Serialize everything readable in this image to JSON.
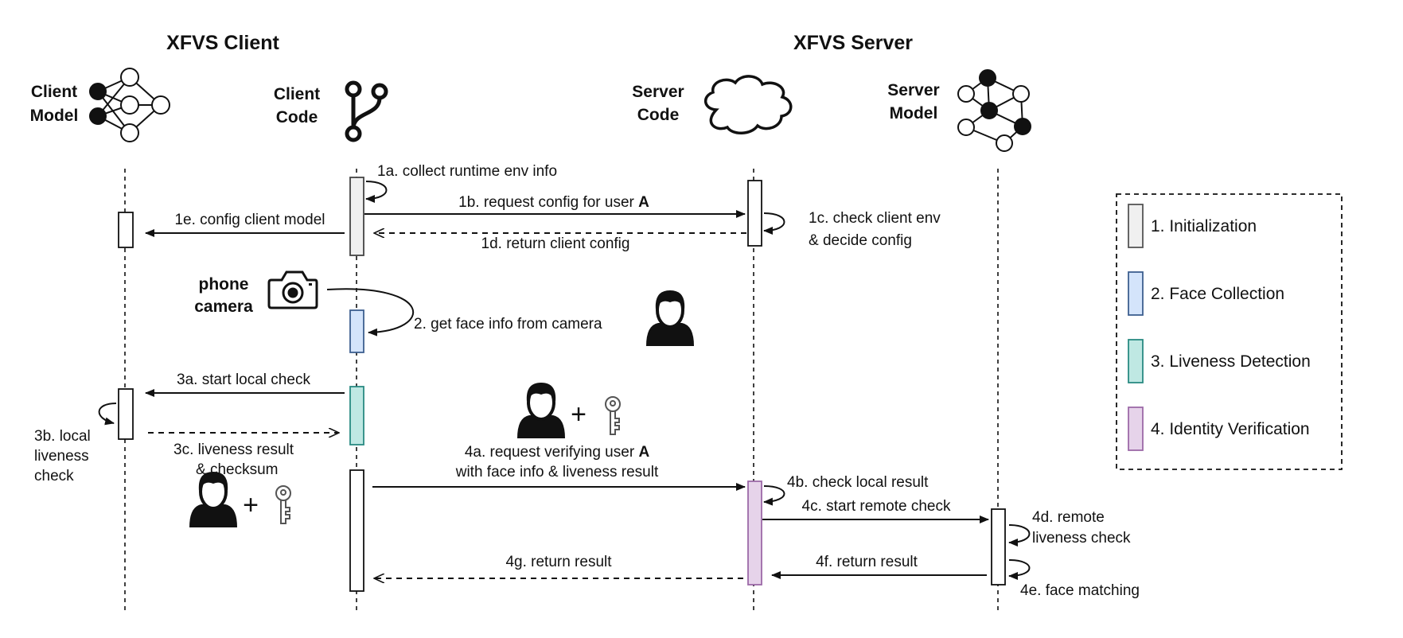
{
  "headers": {
    "client": "XFVS Client",
    "server": "XFVS Server"
  },
  "actors": {
    "client_model": [
      "Client",
      "Model"
    ],
    "client_code": [
      "Client",
      "Code"
    ],
    "server_code": [
      "Server",
      "Code"
    ],
    "server_model": [
      "Server",
      "Model"
    ],
    "phone_camera": [
      "phone",
      "camera"
    ]
  },
  "icons": {
    "client_model": "neural-network-icon",
    "client_code": "git-branch-icon",
    "server_code": "cloud-icon",
    "server_model": "graph-network-icon",
    "phone_camera": "camera-icon",
    "person": "person-icon",
    "key": "key-icon"
  },
  "messages": {
    "m1a": "1a. collect runtime env info",
    "m1b_prefix": "1b. request config for user ",
    "user": "A",
    "m1c": [
      "1c. check client env",
      "& decide config"
    ],
    "m1d": "1d. return client config",
    "m1e": "1e. config client model",
    "m2": "2. get face info from camera",
    "m3a": "3a. start local check",
    "m3b": [
      "3b. local",
      "liveness",
      "check"
    ],
    "m3c": [
      "3c. liveness result",
      "& checksum"
    ],
    "m4a_prefix": "4a. request verifying user ",
    "m4a_line2": "with face info & liveness result",
    "m4b": "4b. check local result",
    "m4c": "4c. start remote check",
    "m4d": [
      "4d. remote",
      "liveness check"
    ],
    "m4e": "4e. face matching",
    "m4f": "4f. return result",
    "m4g": "4g. return result",
    "plus": "+"
  },
  "legend": [
    {
      "label": "1. Initialization",
      "color": "#f0f0f0",
      "stroke": "#555555"
    },
    {
      "label": "2. Face Collection",
      "color": "#d4e4fb",
      "stroke": "#3d5f8f"
    },
    {
      "label": "3. Liveness Detection",
      "color": "#bfe8e3",
      "stroke": "#2a8a82"
    },
    {
      "label": "4. Identity Verification",
      "color": "#e6d3ea",
      "stroke": "#9c6aa8"
    }
  ]
}
